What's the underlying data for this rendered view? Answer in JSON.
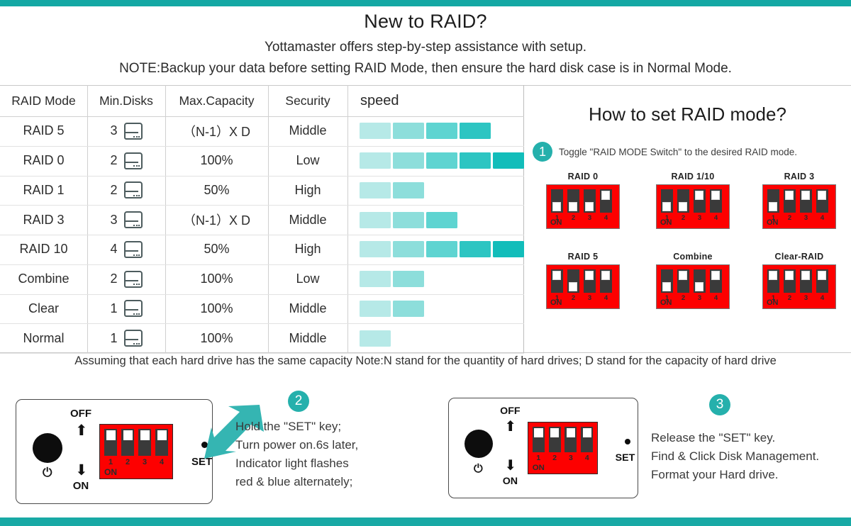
{
  "theme": {
    "teal": "#14a8a4",
    "badge_teal": "#25b0ac",
    "red": "#fd0000",
    "arrow_teal": "#35b5b2"
  },
  "header": {
    "title": "New to RAID?",
    "subtitle": "Yottamaster offers step-by-step assistance with setup.",
    "note": "NOTE:Backup your data before setting RAID Mode, then ensure the hard disk case is in Normal Mode."
  },
  "table": {
    "columns": [
      "RAID Mode",
      "Min.Disks",
      "Max.Capacity",
      "Security",
      "speed"
    ],
    "rows": [
      {
        "mode": "RAID 5",
        "disks": "3",
        "capacity": "（N-1）X D",
        "security": "Middle",
        "speed": 4
      },
      {
        "mode": "RAID 0",
        "disks": "2",
        "capacity": "100%",
        "security": "Low",
        "speed": 5
      },
      {
        "mode": "RAID 1",
        "disks": "2",
        "capacity": "50%",
        "security": "High",
        "speed": 2
      },
      {
        "mode": "RAID 3",
        "disks": "3",
        "capacity": "（N-1）X D",
        "security": "Middle",
        "speed": 3
      },
      {
        "mode": "RAID 10",
        "disks": "4",
        "capacity": "50%",
        "security": "High",
        "speed": 5
      },
      {
        "mode": "Combine",
        "disks": "2",
        "capacity": "100%",
        "security": "Low",
        "speed": 2
      },
      {
        "mode": "Clear",
        "disks": "1",
        "capacity": "100%",
        "security": "Middle",
        "speed": 2
      },
      {
        "mode": "Normal",
        "disks": "1",
        "capacity": "100%",
        "security": "Middle",
        "speed": 1
      }
    ],
    "speed_scale_colors": [
      "#b6e9e7",
      "#8ddedb",
      "#5ed4d1",
      "#2dc5c2",
      "#12bdba"
    ]
  },
  "footnote": "Assuming that each hard drive has the same capacity   Note:N stand for the quantity of hard drives; D stand for the capacity of hard drive",
  "right_panel": {
    "title": "How to set RAID mode?",
    "step1_number": "1",
    "step1_text": "Toggle \"RAID MODE Switch\" to the desired RAID mode.",
    "switch_numbers": [
      "1",
      "2",
      "3",
      "4"
    ],
    "on_label": "ON",
    "dip_modes": [
      {
        "label": "RAID 0",
        "states": [
          "down",
          "down",
          "down",
          "up"
        ]
      },
      {
        "label": "RAID 1/10",
        "states": [
          "down",
          "down",
          "up",
          "up"
        ]
      },
      {
        "label": "RAID 3",
        "states": [
          "down",
          "up",
          "up",
          "up"
        ]
      },
      {
        "label": "RAID 5",
        "states": [
          "up",
          "down",
          "up",
          "up"
        ]
      },
      {
        "label": "Combine",
        "states": [
          "down",
          "up",
          "down",
          "up"
        ]
      },
      {
        "label": "Clear-RAID",
        "states": [
          "up",
          "up",
          "up",
          "up"
        ]
      }
    ]
  },
  "bottom": {
    "off_label": "OFF",
    "on_label": "ON",
    "set_label": "SET",
    "dip_on_label": "ON",
    "switch_numbers": [
      "1",
      "2",
      "3",
      "4"
    ],
    "step2_number": "2",
    "step2_lines": [
      "Hold the \"SET\" key;",
      "Turn power on.6s later,",
      "Indicator light flashes",
      "red & blue alternately;"
    ],
    "step3_number": "3",
    "step3_lines": [
      "Release the \"SET\" key.",
      "Find & Click Disk Management.",
      "Format your Hard drive."
    ]
  }
}
